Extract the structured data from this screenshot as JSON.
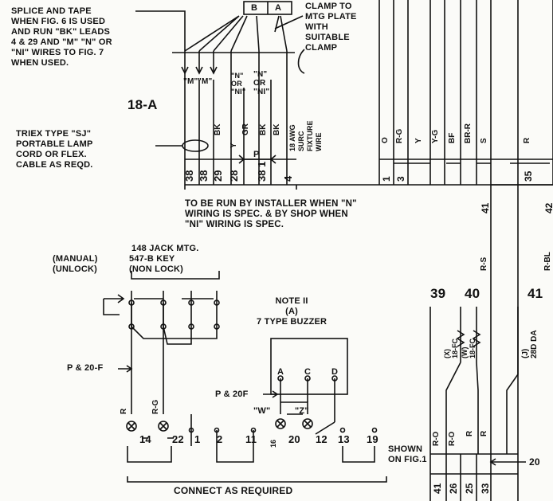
{
  "notes": {
    "splice": "SPLICE AND TAPE\nWHEN FIG. 6 IS USED\nAND RUN \"BK\" LEADS\n4 & 29 AND \"M\" \"N\" OR\n\"NI\" WIRES TO FIG. 7\nWHEN USED.",
    "clamp": "CLAMP TO\nMTG PLATE\nWITH\nSUITABLE\nCLAMP",
    "triex": "TRIEX TYPE \"SJ\"\nPORTABLE LAMP\nCORD OR FLEX.\nCABLE AS REQD.",
    "installer": "TO BE RUN BY INSTALLER WHEN \"N\"\nWIRING IS SPEC. & BY SHOP WHEN\n\"NI\" WIRING IS SPEC.",
    "jack_mtg": "148 JACK MTG.",
    "key": "547-B KEY\n(NON LOCK)",
    "manual": "(MANUAL)\n(UNLOCK)",
    "note11": "NOTE II\n(A)\n7 TYPE BUZZER",
    "shown": "SHOWN\nON FIG.1",
    "connect": "CONNECT AS REQUIRED"
  },
  "labels": {
    "fig_18a": "18-A",
    "box_b": "B",
    "box_a": "A",
    "m_lead": "\"M\"",
    "m_lead2": "\"M\"",
    "n_or": "\"N\"\nOR\n\"NI\"",
    "n_or2": "\"N\"\nOR\n\"NI\"",
    "p_label": "P",
    "pb20f_left": "P & 20-F",
    "pb20f_mid": "P & 20F",
    "w_lbl": "\"W\"",
    "z_lbl": "\"Z\"",
    "buzz_a": "A",
    "buzz_c": "C",
    "buzz_d": "D",
    "n39": "39",
    "n40": "40",
    "n41": "41",
    "arrow20": "20"
  },
  "cable_numbers": {
    "c38a": "38",
    "c38b": "38",
    "c29": "29",
    "c28": "28",
    "c38_1": "38 1",
    "c4": "4"
  },
  "wire_codes": {
    "bk1": "BK",
    "bk2": "BK",
    "bk3": "BK",
    "y": "Y",
    "gr": "GR",
    "wire18": "18 AWG\nSURC\nFIXTURE\nWIRE"
  },
  "right_columns": {
    "o": "O",
    "rg": "R-G",
    "y": "Y",
    "yg": "Y-G",
    "bf": "BF",
    "brr": "BR-R",
    "s": "S",
    "r": "R",
    "n1": "1",
    "n3": "3",
    "n35": "35",
    "n41a": "41",
    "n42": "42",
    "rs": "R-S",
    "rbl": "R-BL",
    "x_fc": "(X)\n18-FC",
    "w_fc": "(W)\n18-FC",
    "j_da": "(J)\n28D DA",
    "ro": "R-O",
    "rd": "R-O",
    "r1": "R",
    "r2": "R",
    "b41": "41",
    "b26": "26",
    "b25": "25",
    "b33": "33"
  },
  "jacks": {
    "lead_r": "R",
    "lead_rg": "R-G",
    "t14": "14",
    "t22": "22",
    "t1": "1",
    "t2": "2",
    "t11": "11",
    "t20": "20",
    "t12": "12",
    "t13": "13",
    "t19": "19",
    "t16": "16"
  }
}
